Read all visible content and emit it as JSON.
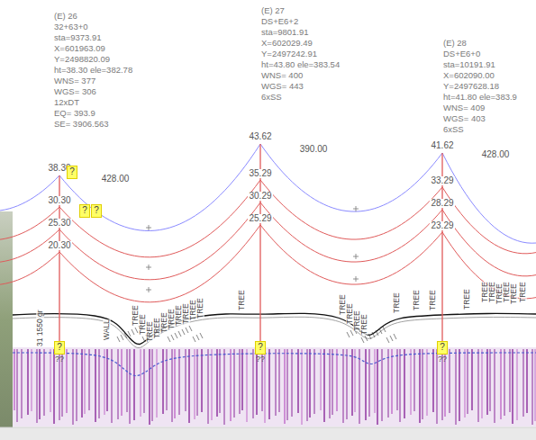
{
  "diagram": {
    "nodes": [
      {
        "text": [
          "?"
        ]
      },
      {
        "text": [
          "?"
        ]
      },
      {
        "text": [
          "?"
        ]
      },
      {
        "text": [
          "?"
        ]
      },
      {
        "text": [
          "?"
        ]
      },
      {
        "text": [
          "?"
        ]
      }
    ],
    "labels": [
      "(E) 26",
      "32+63+0",
      "sta=9373.91",
      "X=601963.09",
      "Y=2498820.09",
      "ht=38.30 ele=382.78",
      "WNS= 377",
      "WGS= 306",
      "12xDT",
      "EQ= 393.9",
      "SE= 3906.563",
      "(E) 27",
      "DS+E6+2",
      "sta=9801.91",
      "X=602029.49",
      "Y=2497242.91",
      "ht=43.80 ele=383.54",
      "WNS= 400",
      "WGS= 443",
      "6xSS",
      "(E) 28",
      "DS+E6+0",
      "sta=10191.91",
      "X=602090.00",
      "Y=2497628.18",
      "ht=41.80 ele=383.9",
      "WNS= 409",
      "WGS= 403",
      "6xSS",
      "38.30",
      "30.30",
      "25.30",
      "20.30",
      "43.62",
      "35.29",
      "30.29",
      "25.29",
      "41.62",
      "33.29",
      "28.29",
      "23.29",
      "428.00",
      "390.00",
      "428.00",
      "??",
      "??",
      "??",
      "WALL",
      "31 1550 gr",
      "TREE",
      "TREE",
      "TREE",
      "TREE",
      "TREE",
      "TREE",
      "TREE",
      "TREE",
      "TREE",
      "TREE",
      "TREE",
      "TREE",
      "TREE",
      "TREE",
      "TREE",
      "TREE",
      "TREE",
      "TREE",
      "TREE",
      "TREE",
      "TREE",
      "TREE",
      "TREE",
      "TREE",
      "TREE"
    ]
  }
}
